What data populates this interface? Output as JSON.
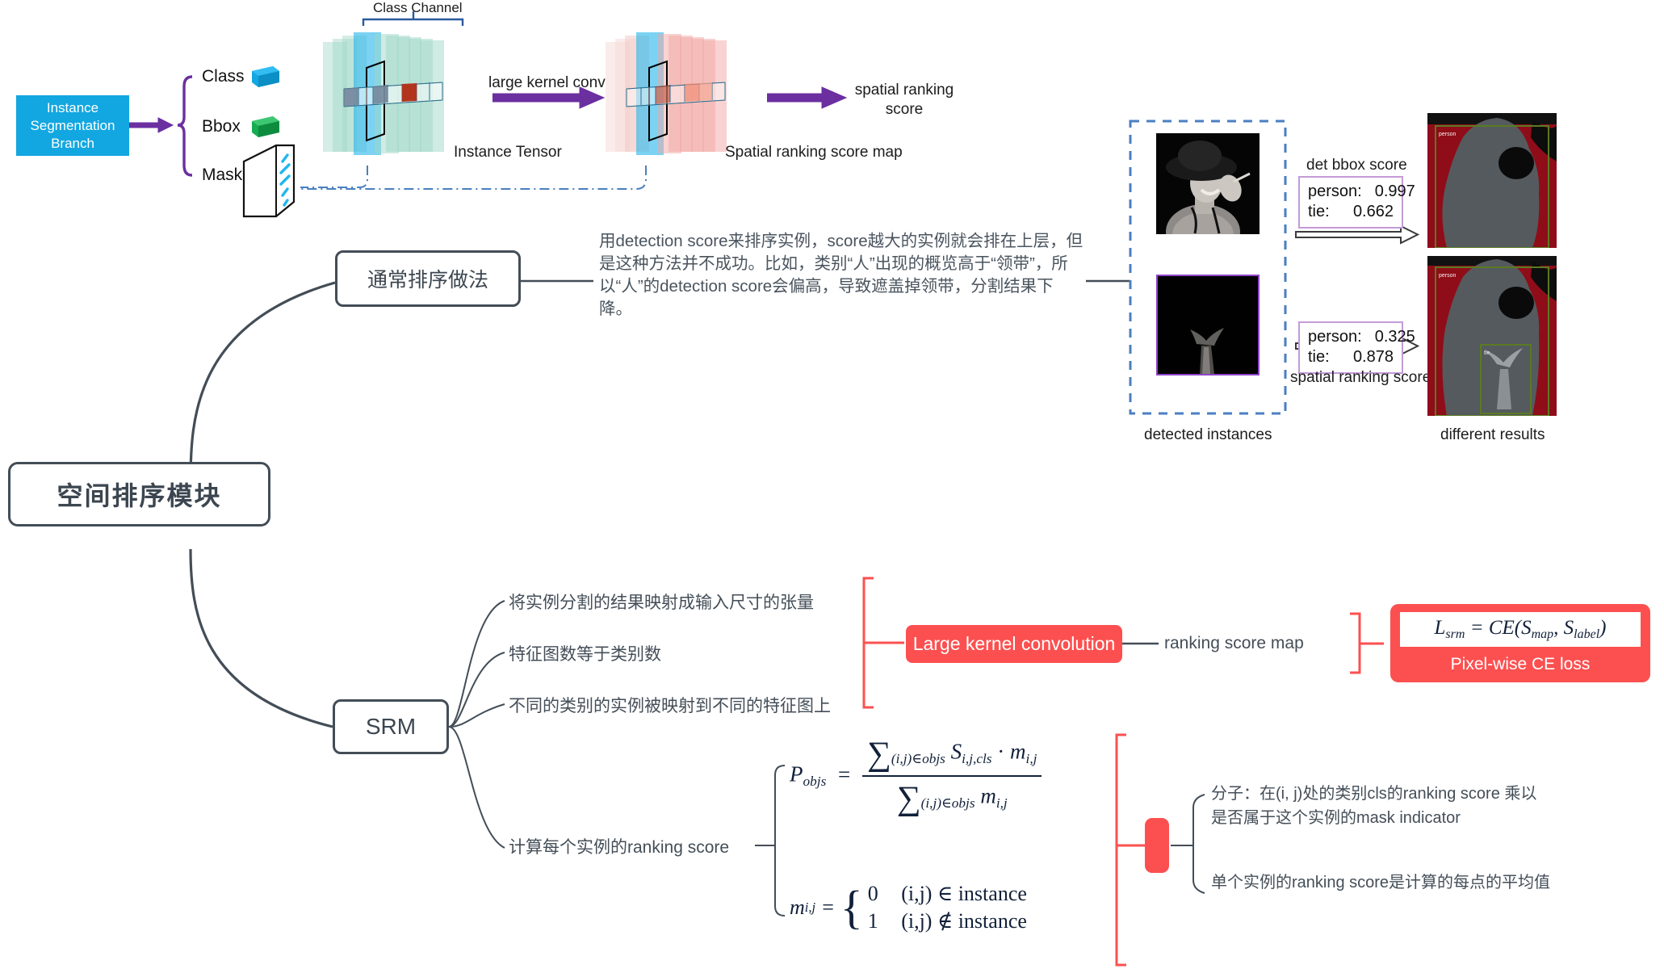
{
  "diagram": {
    "root_label": "空间排序模块"
  },
  "top_pipeline": {
    "source_box": "Instance\nSegmentation\nBranch",
    "outputs": [
      {
        "name": "Class",
        "chip_color": "#12a7e0"
      },
      {
        "name": "Bbox",
        "chip_color": "#0fa84a"
      },
      {
        "name": "Mask",
        "chip_color": "#22a7e8"
      }
    ],
    "class_channel_label": "Class Channel",
    "instance_tensor_label": "Instance Tensor",
    "conv_arrow_label": "large kernel conv",
    "score_map_label": "Spatial ranking score map",
    "output_arrow_label": "spatial ranking\nscore"
  },
  "branch_usual": {
    "node_label": "通常排序做法",
    "description": "用detection score来排序实例，score越大的实例就会排在上层，但是这种方法并不成功。比如，类别“人”出现的概览高于“领带”，所以“人”的detection score会偏高，导致遮盖掉领带，分割结果下降。"
  },
  "examples": {
    "det_bbox_score_title": "det bbox score",
    "det_bbox_scores": [
      {
        "label": "person:",
        "value": "0.997"
      },
      {
        "label": "tie:",
        "value": "0.662"
      }
    ],
    "spatial_ranking_scores": [
      {
        "label": "person:",
        "value": "0.325"
      },
      {
        "label": "tie:",
        "value": "0.878"
      }
    ],
    "spatial_ranking_score_title": "spatial ranking score",
    "detected_instances_caption": "detected instances",
    "different_results_caption": "different results",
    "result_box_label": "person"
  },
  "branch_srm": {
    "node_label": "SRM",
    "items": [
      "将实例分割的结果映射成输入尺寸的张量",
      "特征图数等于类别数",
      "不同的类别的实例被映射到不同的特征图上",
      "计算每个实例的ranking score"
    ],
    "large_kernel_label": "Large kernel convolution",
    "ranking_score_map_label": "ranking score map",
    "loss_formula": "L_srm = CE(S_map, S_label)",
    "loss_caption": "Pixel-wise CE loss",
    "formula_p_objs": "P_objs = sum_{(i,j) in objs} S_{i,j,cls} · m_{i,j} / sum_{(i,j) in objs} m_{i,j}",
    "formula_m": "m_{i,j} = { 0  (i,j) ∈ instance ; 1  (i,j) ∉ instance }",
    "notes": [
      "分子：在(i, j)处的类别cls的ranking score 乘以\n是否属于这个实例的mask indicator",
      "单个实例的ranking score是计算的每点的平均值"
    ]
  },
  "math_symbols": {
    "p_objs": "P",
    "p_objs_sub": "objs",
    "eq": "=",
    "sum": "∑",
    "num_sum_sub": "(i,j)∈objs",
    "num_term_s": "S",
    "num_term_s_sub": "i,j,cls",
    "dot": "·",
    "num_term_m": "m",
    "num_term_m_sub": "i,j",
    "den_sum_sub": "(i,j)∈objs",
    "den_term_m": "m",
    "den_term_m_sub": "i,j",
    "m_sym": "m",
    "m_sym_sub": "i,j",
    "case0_val": "0",
    "case0_cond": "(i,j) ∈ instance",
    "case1_val": "1",
    "case1_cond": "(i,j) ∉ instance",
    "loss_L": "L",
    "loss_L_sub": "srm",
    "loss_ce": "CE(",
    "loss_s1": "S",
    "loss_s1_sub": "map",
    "loss_comma": ", ",
    "loss_s2": "S",
    "loss_s2_sub": "label",
    "loss_close": ")"
  },
  "colors": {
    "node_border": "#434d57",
    "text": "#444e58",
    "red": "#fc5050",
    "blue": "#12a7e0",
    "green": "#0fa84a",
    "purple_arrow": "#6b2fa0",
    "dashed_blue": "#4a7fc1",
    "score_border": "#c49ad8"
  }
}
